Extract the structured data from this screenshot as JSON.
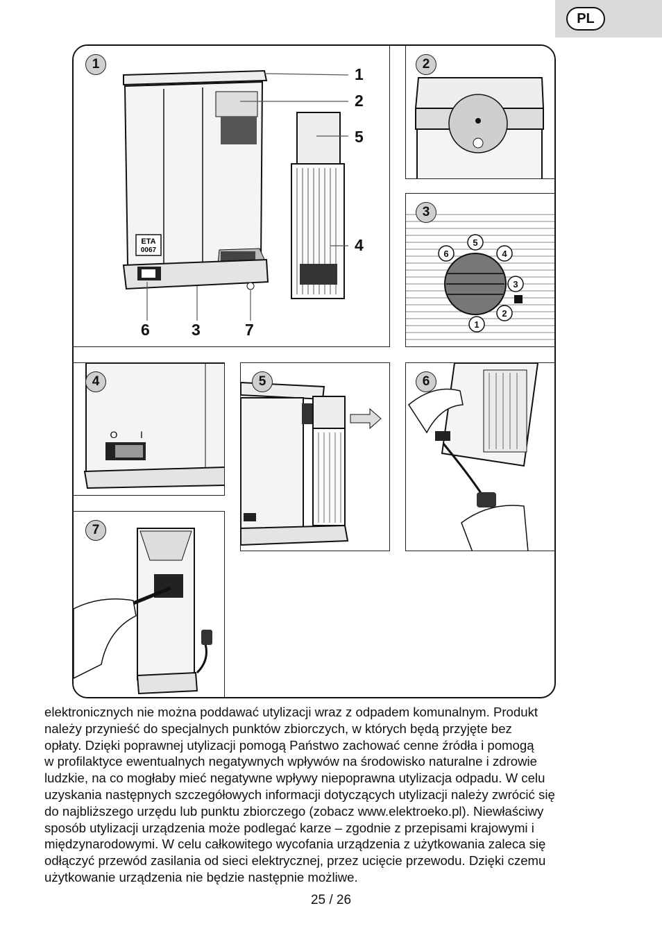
{
  "language_badge": "PL",
  "figure": {
    "panel_numbers": [
      "1",
      "2",
      "3",
      "4",
      "5",
      "6",
      "7"
    ],
    "callouts": [
      "1",
      "2",
      "5",
      "4",
      "6",
      "3",
      "7"
    ],
    "device_label_brand": "ETA",
    "device_label_model": "0067",
    "switch_off_symbol": "O",
    "switch_on_symbol": "I",
    "dial_numbers": [
      "1",
      "2",
      "3",
      "4",
      "5",
      "6"
    ]
  },
  "body_text": "elektronicznych nie można poddawać utylizacji wraz z odpadem komunalnym. Produkt\nnależy przynieść do specjalnych punktów zbiorczych, w których będą przyjęte bez\nopłaty. Dzięki poprawnej utylizacji pomogą Państwo zachować cenne źródła i pomogą\nw profilaktyce ewentualnych negatywnych wpływów na środowisko naturalne i zdrowie\nludzkie, na co mogłaby mieć negatywne wpływy niepoprawna utylizacja odpadu. W celu\nuzyskania następnych szczegółowych informacji dotyczących utylizacji należy zwrócić się\ndo najbliższego urzędu lub punktu zbiorczego (zobacz www.elektroeko.pl). Niewłaściwy\nsposób utylizacji urządzenia może podlegać karze – zgodnie z przepisami krajowymi i\nmiędzynarodowymi. W celu całkowitego wycofania urządzenia z użytkowania zaleca się\nodłączyć przewód zasilania od sieci elektrycznej, przez ucięcie przewodu. Dzięki czemu\nużytkowanie urządzenia nie będzie następnie możliwe.",
  "page_number": "25 / 26"
}
